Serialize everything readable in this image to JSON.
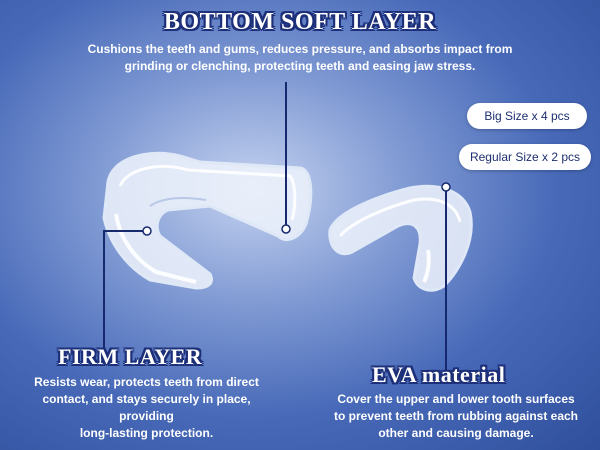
{
  "bottom_layer": {
    "title": "BOTTOM SOFT LAYER",
    "line1": "Cushions the teeth and gums, reduces pressure, and absorbs impact from",
    "line2": "grinding or clenching, protecting teeth and easing jaw stress."
  },
  "badges": {
    "big": "Big Size x 4 pcs",
    "regular": "Regular Size x 2 pcs"
  },
  "firm_layer": {
    "title": "FIRM LAYER",
    "line1": "Resists wear, protects teeth from direct",
    "line2": "contact, and stays securely in place, providing",
    "line3": "long-lasting protection."
  },
  "eva_material": {
    "title": "EVA material",
    "line1": "Cover the upper and lower tooth surfaces",
    "line2": "to prevent teeth from rubbing against each",
    "line3": "other and causing damage."
  },
  "colors": {
    "heading_outline": "#1c2f78",
    "pointer_line": "#16296e",
    "pill_text": "#1d2f6f"
  }
}
